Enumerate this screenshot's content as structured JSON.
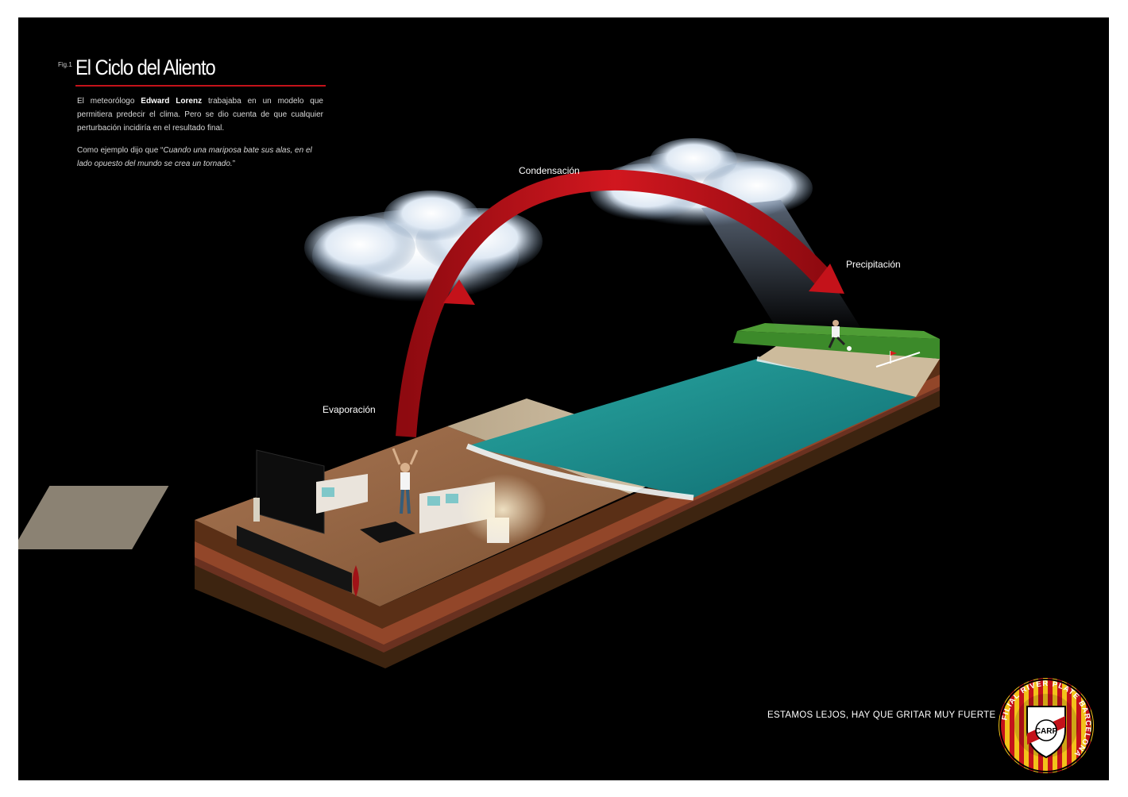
{
  "header": {
    "fig_label": "Fig.1",
    "title": "El Ciclo del Aliento"
  },
  "body": {
    "p1_prefix": "El meteorólogo ",
    "p1_bold": "Edward Lorenz",
    "p1_suffix": " trabajaba en un modelo que permitiera predecir el clima. Pero se dio cuenta de que cualquier perturbación incidiría en el resultado final.",
    "p2_prefix": "Como ejemplo dijo que “",
    "p2_italic": "Cuando una mariposa bate sus alas, en el lado opuesto del mundo se crea un tornado.",
    "p2_suffix": "”"
  },
  "stages": {
    "evaporation": "Evaporación",
    "condensation": "Condensación",
    "precipitation": "Precipitación"
  },
  "slogan": "ESTAMOS LEJOS,  HAY QUE GRITAR MUY FUERTE",
  "logo": {
    "ring_text": "FILIAL RIVER PLATE BARCELONA",
    "monogram": "CARP"
  },
  "colors": {
    "background": "#000000",
    "accent_red": "#c4121a",
    "water": "#1d8f8c",
    "grass": "#3c8a2a",
    "floor": "#9a6a45",
    "sand": "#c9b79a",
    "logo_yellow": "#f2c21a"
  },
  "icons": {
    "cloud_left": "cloud-icon",
    "cloud_right": "cloud-icon",
    "arrow": "curved-arrow-icon",
    "logo": "river-plate-crest-icon"
  }
}
